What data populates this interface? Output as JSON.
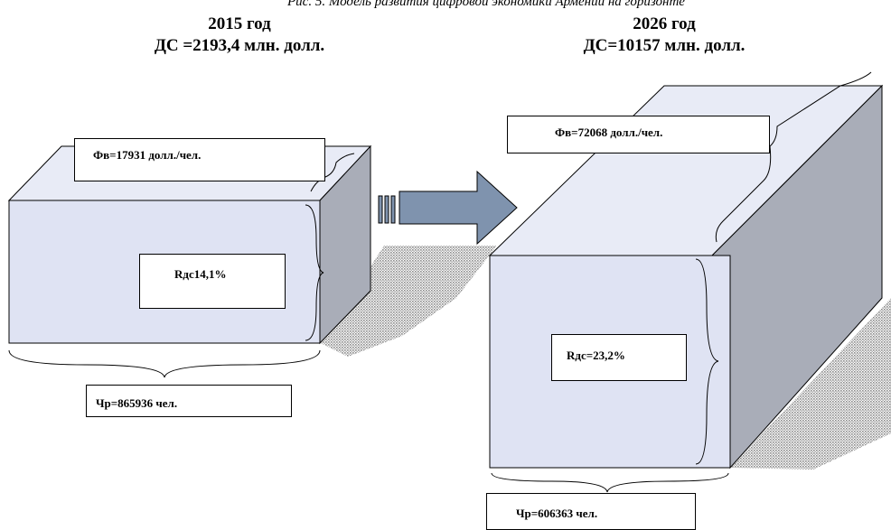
{
  "caption_top": "Рис. 5. Модель развития цифровой экономики Армении на горизонте",
  "left_block": {
    "year": "2015 год",
    "total": "ДС =2193,4 млн. долл.",
    "fv": "Фв=17931 долл./чел.",
    "rds": "Rдс14,1%",
    "chr": "Чр=865936 чел."
  },
  "right_block": {
    "year": "2026 год",
    "total": "ДС=10157 млн. долл.",
    "fv": "Фв=72068 долл./чел.",
    "rds": "Rдс=23,2%",
    "chr": "Чр=606363 чел."
  },
  "colors": {
    "box_front": "#dfe3f3",
    "box_top": "#e8ebf6",
    "box_side": "#a9adb8",
    "arrow": "#7f93ae",
    "shadow": "#9a9a9a"
  }
}
